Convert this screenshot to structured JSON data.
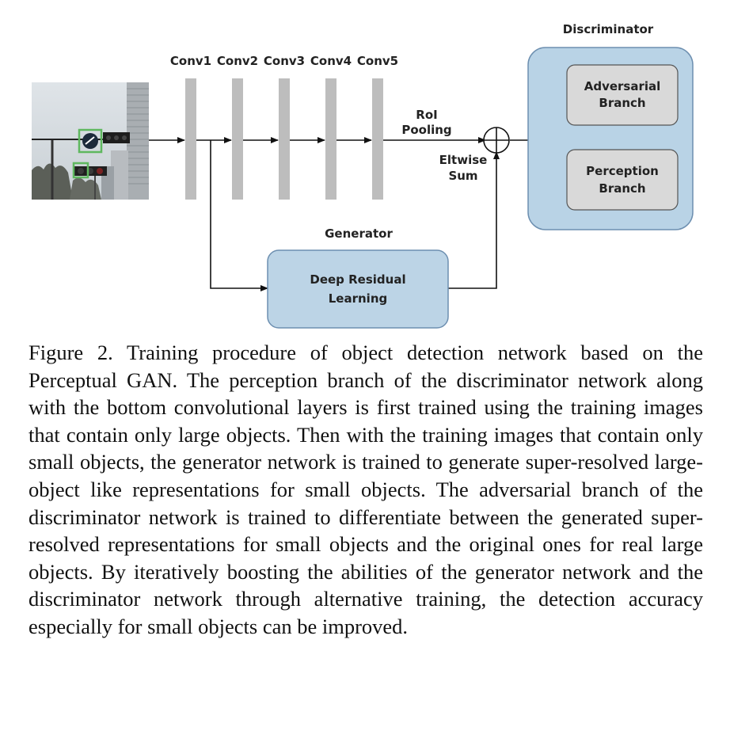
{
  "diagram": {
    "conv_layers": [
      "Conv1",
      "Conv2",
      "Conv3",
      "Conv4",
      "Conv5"
    ],
    "roi_label_line1": "RoI",
    "roi_label_line2": "Pooling",
    "eltwise_label_line1": "Eltwise",
    "eltwise_label_line2": "Sum",
    "discriminator_title": "Discriminator",
    "adversarial_line1": "Adversarial",
    "adversarial_line2": "Branch",
    "perception_line1": "Perception",
    "perception_line2": "Branch",
    "generator_title": "Generator",
    "residual_line1": "Deep Residual",
    "residual_line2": "Learning",
    "colors": {
      "discriminator_fill": "#b9d3e6",
      "generator_fill": "#bcd4e6",
      "branch_fill": "#d9d9d9",
      "conv_fill": "#bdbdbd",
      "detection_box": "#5fb85f"
    }
  },
  "caption": "Figure 2. Training procedure of object detection network based on the Perceptual GAN. The perception branch of the discriminator network along with the bottom convolutional layers is first trained using the training images that contain only large objects. Then with the training images that contain only small objects, the generator network is trained to generate super-resolved large-object like representations for small objects. The adversarial branch of the discriminator network is trained to differentiate between the generated super-resolved representations for small objects and the original ones for real large objects. By iteratively boosting the abilities of the generator network and the discriminator network through alternative training, the detection accuracy especially for small objects can be improved."
}
